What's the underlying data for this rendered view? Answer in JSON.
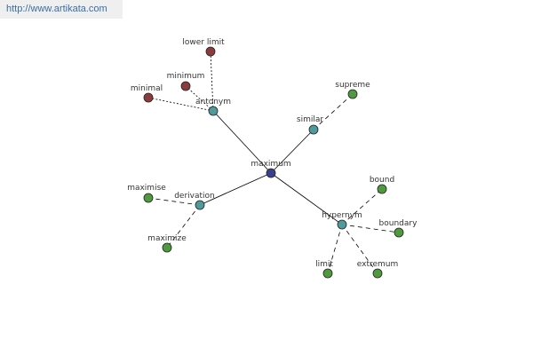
{
  "watermark": {
    "url": "http://www.artikata.com"
  },
  "colors": {
    "center": "#3b3f8f",
    "relation": "#4f9a9a",
    "antonym_leaf": "#8b3b3b",
    "leaf": "#4f9a3f",
    "edge": "#000000",
    "node_border": "#222222"
  },
  "graph": {
    "center": {
      "id": "maximum",
      "label": "maximum"
    },
    "relations": [
      {
        "id": "antonym",
        "label": "antonym",
        "leaf_color": "antonym_leaf",
        "leaves": [
          {
            "id": "lower-limit",
            "label": "lower limit"
          },
          {
            "id": "minimum",
            "label": "minimum"
          },
          {
            "id": "minimal",
            "label": "minimal"
          }
        ]
      },
      {
        "id": "similar",
        "label": "similar",
        "leaf_color": "leaf",
        "leaves": [
          {
            "id": "supreme",
            "label": "supreme"
          }
        ]
      },
      {
        "id": "derivation",
        "label": "derivation",
        "leaf_color": "leaf",
        "leaves": [
          {
            "id": "maximise",
            "label": "maximise"
          },
          {
            "id": "maximize",
            "label": "maximize"
          }
        ]
      },
      {
        "id": "hypernym",
        "label": "hypernym",
        "leaf_color": "leaf",
        "leaves": [
          {
            "id": "bound",
            "label": "bound"
          },
          {
            "id": "boundary",
            "label": "boundary"
          },
          {
            "id": "limit",
            "label": "limit"
          },
          {
            "id": "extremum",
            "label": "extremum"
          }
        ]
      }
    ]
  }
}
